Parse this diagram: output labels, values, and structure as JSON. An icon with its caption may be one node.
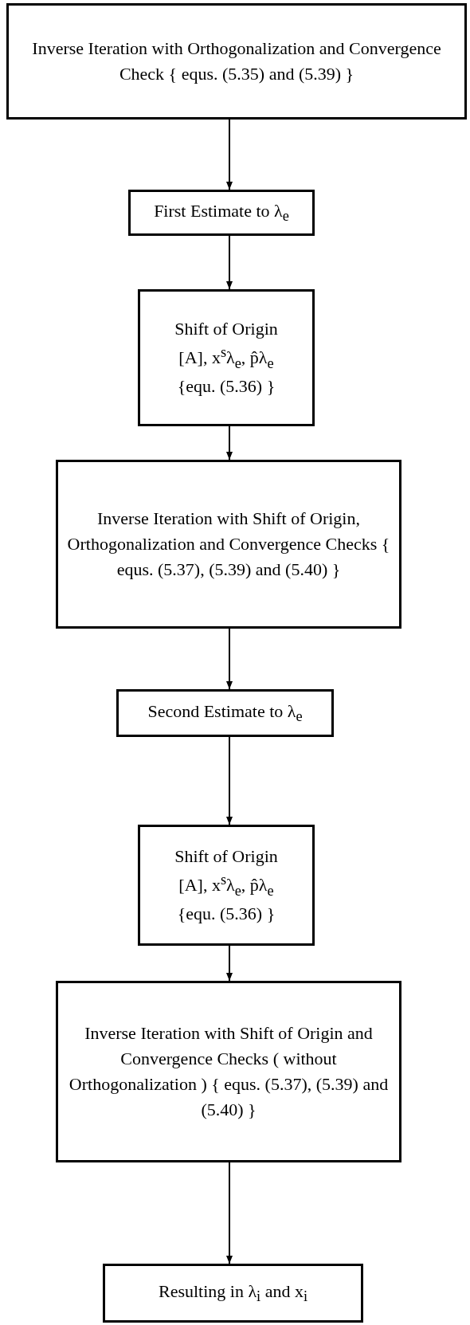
{
  "diagram": {
    "nodes": [
      {
        "text": [
          "Inverse Iteration with Orthogonalization and Convergence Check { equs. (5.35) and (5.39) }"
        ]
      },
      {
        "text": [
          "First Estimate to λ$_{e}$"
        ]
      },
      {
        "text": [
          "Shift of Origin",
          "[A], x$^{s}$λ$_{e}$, p̂λ$_{e}$",
          "{equ. (5.36) }"
        ]
      },
      {
        "text": [
          "Inverse Iteration with Shift of Origin, Orthogonalization and Convergence Checks { equs. (5.37), (5.39) and (5.40) }"
        ]
      },
      {
        "text": [
          "Second Estimate to λ$_{e}$"
        ]
      },
      {
        "text": [
          "Shift of Origin",
          "[A], x$^{s}$λ$_{e}$, p̂λ$_{e}$",
          "{equ. (5.36) }"
        ]
      },
      {
        "text": [
          "Inverse Iteration with Shift of Origin and Convergence Checks ( without Orthogonalization ) { equs. (5.37), (5.39) and (5.40) }"
        ]
      },
      {
        "text": [
          "Resulting in λ$_{i}$ and x$_{i}$"
        ]
      }
    ],
    "edges": [
      {
        "from": 0,
        "to": 1,
        "arrow": "to"
      },
      {
        "from": 1,
        "to": 2,
        "arrow": "to"
      },
      {
        "from": 2,
        "to": 3,
        "arrow": "to"
      },
      {
        "from": 3,
        "to": 4,
        "arrow": "to"
      },
      {
        "from": 4,
        "to": 5,
        "arrow": "to"
      },
      {
        "from": 5,
        "to": 6,
        "arrow": "to"
      },
      {
        "from": 6,
        "to": 7,
        "arrow": "to"
      }
    ]
  }
}
